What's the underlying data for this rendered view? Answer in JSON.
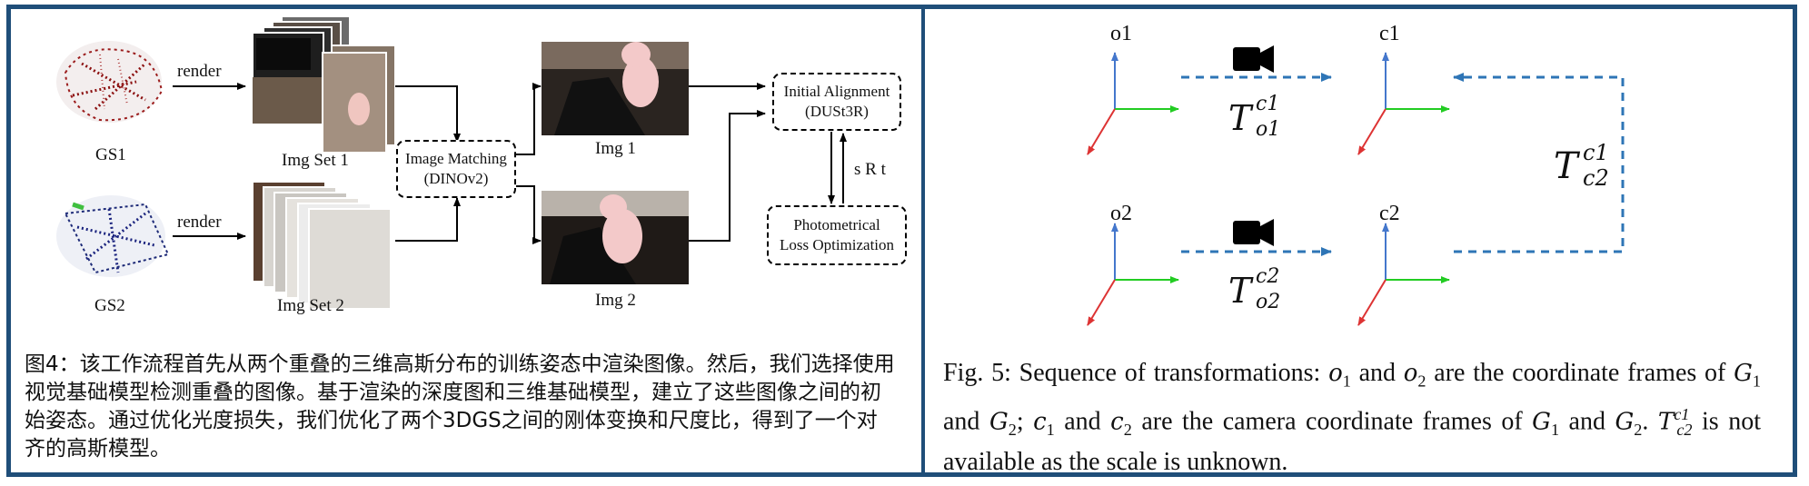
{
  "left": {
    "gs1_label": "GS1",
    "gs2_label": "GS2",
    "render_top": "render",
    "render_bottom": "render",
    "imgset1_label": "Img Set 1",
    "imgset2_label": "Img Set 2",
    "matching_line1": "Image Matching",
    "matching_line2": "(DINOv2)",
    "img1_label": "Img 1",
    "img2_label": "Img 2",
    "align_line1": "Initial Alignment",
    "align_line2": "(DUSt3R)",
    "photo_line1": "Photometrical",
    "photo_line2": "Loss Optimization",
    "srt_label": "s R t",
    "caption": "图4：该工作流程首先从两个重叠的三维高斯分布的训练姿态中渲染图像。然后，我们选择使用视觉基础模型检测重叠的图像。基于渲染的深度图和三维基础模型，建立了这些图像之间的初始姿态。通过优化光度损失，我们优化了两个3DGS之间的刚体变换和尺度比，得到了一个对齐的高斯模型。"
  },
  "right": {
    "o1": "o1",
    "c1": "c1",
    "o2": "o2",
    "c2": "c2",
    "t_top_base": "T",
    "t_top_sup": "c1",
    "t_top_sub": "o1",
    "t_bottom_base": "T",
    "t_bottom_sup": "c2",
    "t_bottom_sub": "o2",
    "t_right_base": "T",
    "t_right_sup": "c1",
    "t_right_sub": "c2",
    "caption": {
      "p1": "Fig. 5: Sequence of transformations: ",
      "m1": "o",
      "m1s": "1",
      "p2": " and ",
      "m2": "o",
      "m2s": "2",
      "p3": " are the coordinate frames of ",
      "m3": "G",
      "m3s": "1",
      "p4": " and ",
      "m4": "G",
      "m4s": "2",
      "p5": "; ",
      "m5": "c",
      "m5s": "1",
      "p6": " and ",
      "m6": "c",
      "m6s": "2",
      "p7": " are the camera coordinate frames of ",
      "m7": "G",
      "m7s": "1",
      "p8": " and ",
      "m8": "G",
      "m8s": "2",
      "p9": ". ",
      "m9": "T",
      "m9sup": "c1",
      "m9sub": "c2",
      "p10": " is not available as the scale is unknown."
    }
  },
  "colors": {
    "frame": "#1f4e79",
    "axis_x": "#22cc22",
    "axis_y": "#4477cc",
    "axis_z": "#dd3333",
    "dashed_link": "#2e75b6"
  },
  "icons": [
    "camera-icon",
    "camera-icon"
  ]
}
